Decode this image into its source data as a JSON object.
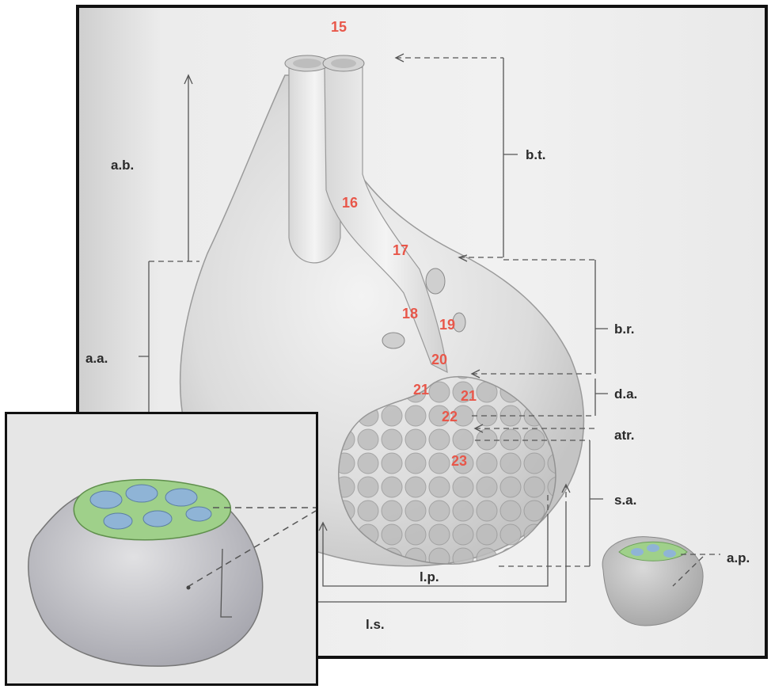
{
  "labels": {
    "ab": "a.b.",
    "aa": "a.a.",
    "bt": "b.t.",
    "br": "b.r.",
    "da": "d.a.",
    "atr": "atr.",
    "sa": "s.a.",
    "ap": "a.p.",
    "lp": "l.p.",
    "ls": "l.s."
  },
  "numbers": {
    "n15": "15",
    "n16": "16",
    "n17": "17",
    "n18": "18",
    "n19": "19",
    "n20": "20",
    "n21a": "21",
    "n21b": "21",
    "n22": "22",
    "n23": "23"
  },
  "colors": {
    "number_label": "#e8574a",
    "frame": "#111111",
    "lung_fill": "#e4e4e4",
    "alveoli_green": "#9fd08a",
    "alveoli_blue": "#8fb4d6"
  }
}
